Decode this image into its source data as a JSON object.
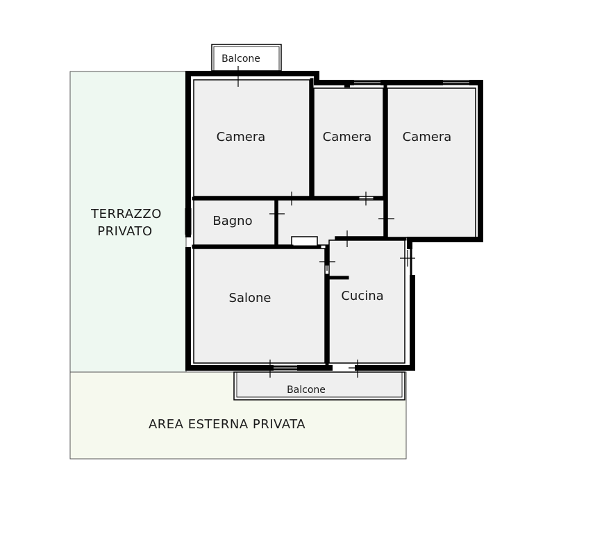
{
  "rooms": {
    "camera_1": "Camera",
    "camera_2": "Camera",
    "camera_3": "Camera",
    "bagno": "Bagno",
    "salone": "Salone",
    "cucina": "Cucina"
  },
  "areas": {
    "terrazzo_line1": "TERRAZZO",
    "terrazzo_line2": "PRIVATO",
    "area_esterna": "AREA ESTERNA PRIVATA",
    "balcone_top": "Balcone",
    "balcone_bottom": "Balcone"
  },
  "colors": {
    "terrazzo_fill": "#eef8f1",
    "area_esterna_fill": "#f6f9ee",
    "room_fill": "#efefef",
    "wall": "#000000"
  }
}
